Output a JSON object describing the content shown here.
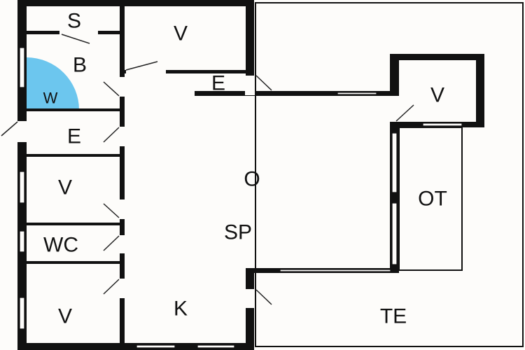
{
  "title": "Floor plan",
  "colors": {
    "wall": "#111111",
    "wardrobe": "#6cc6ee",
    "background": "#fdfcfa"
  },
  "rooms": [
    {
      "label": "S"
    },
    {
      "label": "V"
    },
    {
      "label": "B"
    },
    {
      "label": "W"
    },
    {
      "label": "E"
    },
    {
      "label": "E"
    },
    {
      "label": "V"
    },
    {
      "label": "O"
    },
    {
      "label": "SP"
    },
    {
      "label": "V"
    },
    {
      "label": "OT"
    },
    {
      "label": "WC"
    },
    {
      "label": "V"
    },
    {
      "label": "K"
    },
    {
      "label": "TE"
    }
  ]
}
